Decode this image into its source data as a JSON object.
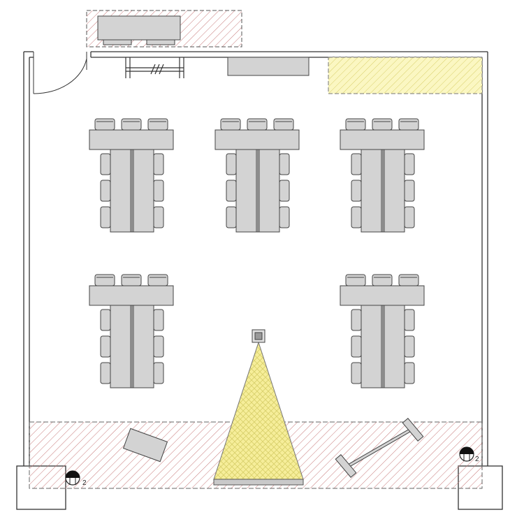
{
  "floor_plan": {
    "table_groups": [
      {
        "id": "group-1"
      },
      {
        "id": "group-2"
      },
      {
        "id": "group-3"
      },
      {
        "id": "group-4"
      },
      {
        "id": "group-5"
      }
    ],
    "zones": [
      {
        "id": "top-storage-zone",
        "kind": "hatched-red"
      },
      {
        "id": "top-right-zone",
        "kind": "hatched-yellow"
      },
      {
        "id": "front-stage-zone",
        "kind": "hatched-red"
      },
      {
        "id": "projection-zone",
        "kind": "hatched-yellow"
      }
    ],
    "camera_labels": {
      "left": "2",
      "right": "2"
    },
    "colors": {
      "wall": "#333333",
      "furniture_fill": "#d3d3d3",
      "furniture_stroke": "#444444",
      "red_hatch": "#c87a7a",
      "yellow_hatch": "#d8cf6a",
      "yellow_fill": "#fbf7c2"
    },
    "icons": [
      "door-icon",
      "camera-icon",
      "projector-icon",
      "whiteboard-icon"
    ]
  }
}
